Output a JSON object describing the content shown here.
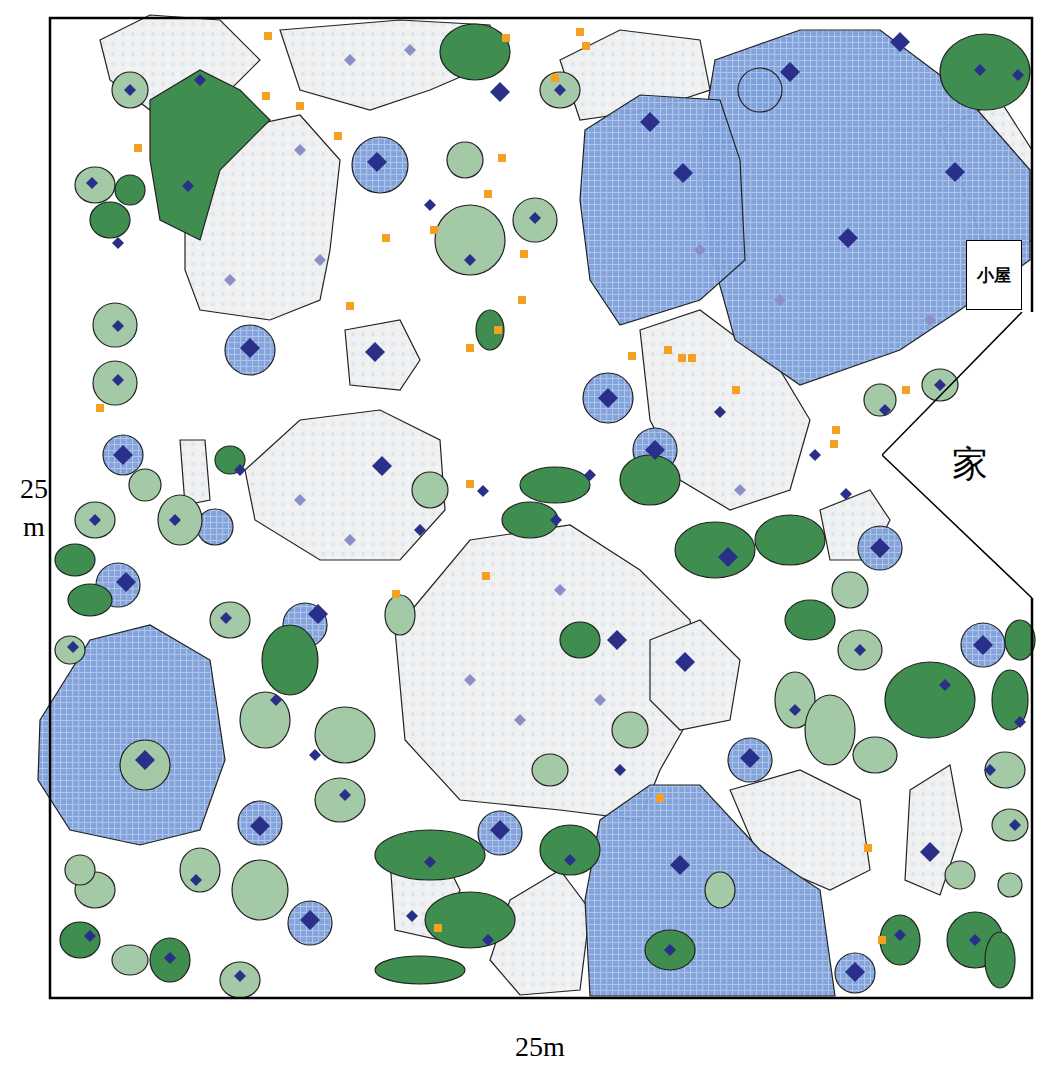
{
  "diagram": {
    "nodes": [
      {
        "text": [
          "小屋"
        ]
      },
      {
        "text": [
          "家"
        ]
      }
    ],
    "labels": [
      "25 m",
      "25m"
    ]
  }
}
